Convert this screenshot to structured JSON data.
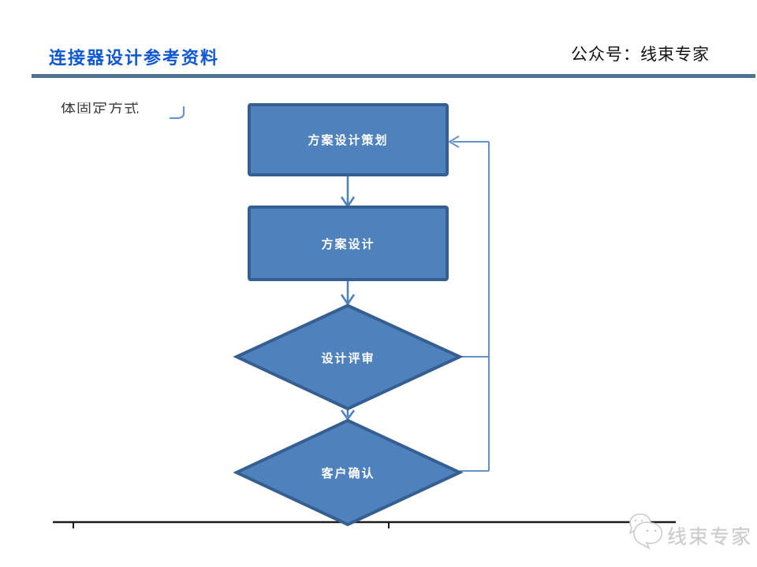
{
  "header": {
    "title": "连接器设计参考资料",
    "account_label": "公众号：线束专家"
  },
  "fragment": {
    "clipped_text": "体固定方式"
  },
  "flowchart": {
    "nodes": [
      {
        "id": "plan",
        "shape": "rect",
        "label": "方案设计策划"
      },
      {
        "id": "design",
        "shape": "rect",
        "label": "方案设计"
      },
      {
        "id": "review",
        "shape": "diamond",
        "label": "设计评审"
      },
      {
        "id": "confirm",
        "shape": "diamond",
        "label": "客户确认"
      }
    ],
    "flow": [
      "方案设计策划 → 方案设计",
      "方案设计 → 设计评审",
      "设计评审 → 客户确认",
      "设计评审 → 方案设计策划 (反馈)",
      "客户确认 → 方案设计策划 (反馈)"
    ],
    "colors": {
      "shape_fill": "#4f81bd",
      "shape_border": "#365f91",
      "arrow": "#4f81bd",
      "feedback_line": "#6591c9"
    }
  },
  "timeline": {
    "color": "#1c1c1c",
    "tick_positions": [
      93,
      493
    ]
  },
  "watermark": {
    "icon": "wechat-bubbles-icon",
    "text": "线束专家",
    "color": "#cbcbcb"
  }
}
